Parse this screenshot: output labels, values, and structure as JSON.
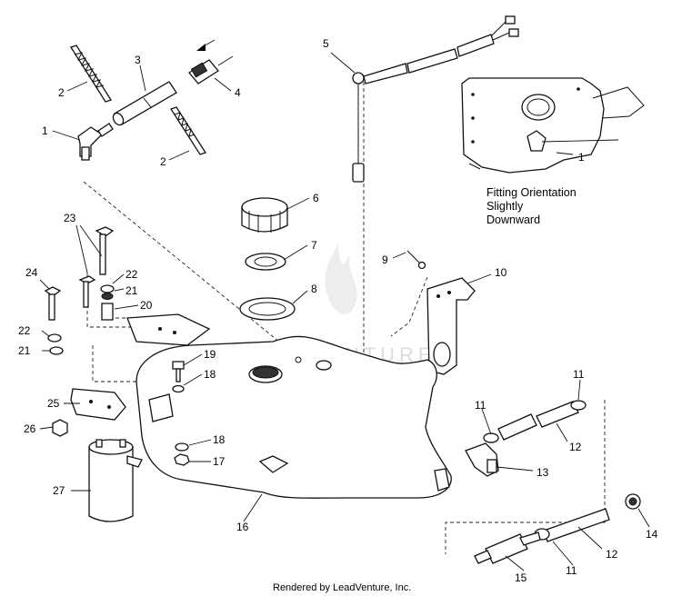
{
  "callouts": [
    {
      "id": "c1",
      "text": "1"
    },
    {
      "id": "c2a",
      "text": "2"
    },
    {
      "id": "c2b",
      "text": "2"
    },
    {
      "id": "c3",
      "text": "3"
    },
    {
      "id": "c4",
      "text": "4"
    },
    {
      "id": "c5",
      "text": "5"
    },
    {
      "id": "c6",
      "text": "6"
    },
    {
      "id": "c7",
      "text": "7"
    },
    {
      "id": "c8",
      "text": "8"
    },
    {
      "id": "c9",
      "text": "9"
    },
    {
      "id": "c10",
      "text": "10"
    },
    {
      "id": "c11a",
      "text": "11"
    },
    {
      "id": "c11b",
      "text": "11"
    },
    {
      "id": "c11c",
      "text": "11"
    },
    {
      "id": "c12a",
      "text": "12"
    },
    {
      "id": "c12b",
      "text": "12"
    },
    {
      "id": "c13",
      "text": "13"
    },
    {
      "id": "c14",
      "text": "14"
    },
    {
      "id": "c15",
      "text": "15"
    },
    {
      "id": "c16",
      "text": "16"
    },
    {
      "id": "c17",
      "text": "17"
    },
    {
      "id": "c18a",
      "text": "18"
    },
    {
      "id": "c18b",
      "text": "18"
    },
    {
      "id": "c19",
      "text": "19"
    },
    {
      "id": "c20",
      "text": "20"
    },
    {
      "id": "c21a",
      "text": "21"
    },
    {
      "id": "c21b",
      "text": "21"
    },
    {
      "id": "c22a",
      "text": "22"
    },
    {
      "id": "c22b",
      "text": "22"
    },
    {
      "id": "c23",
      "text": "23"
    },
    {
      "id": "c24",
      "text": "24"
    },
    {
      "id": "c25",
      "text": "25"
    },
    {
      "id": "c26",
      "text": "26"
    },
    {
      "id": "c27",
      "text": "27"
    }
  ],
  "inset": {
    "callout": "1",
    "note_lines": [
      "Fitting Orientation",
      "Slightly",
      "Downward"
    ]
  },
  "watermark": "LEADVENTURE",
  "footer": "Rendered by LeadVenture, Inc."
}
